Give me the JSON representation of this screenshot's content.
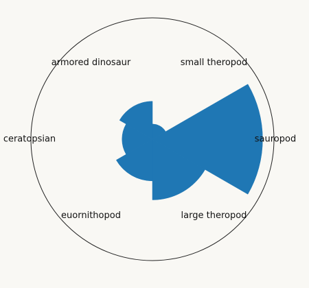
{
  "chart_data": {
    "type": "polar-bar",
    "categories": [
      "sauropod",
      "small theropod",
      "armored dinosaur",
      "ceratopsian",
      "euornithopod",
      "large theropod"
    ],
    "values": [
      29,
      4,
      10,
      8,
      11,
      16
    ],
    "rmax": 32,
    "start_angle_deg": 0,
    "direction": "counterclockwise",
    "grid": false,
    "color": "#1f77b4"
  }
}
